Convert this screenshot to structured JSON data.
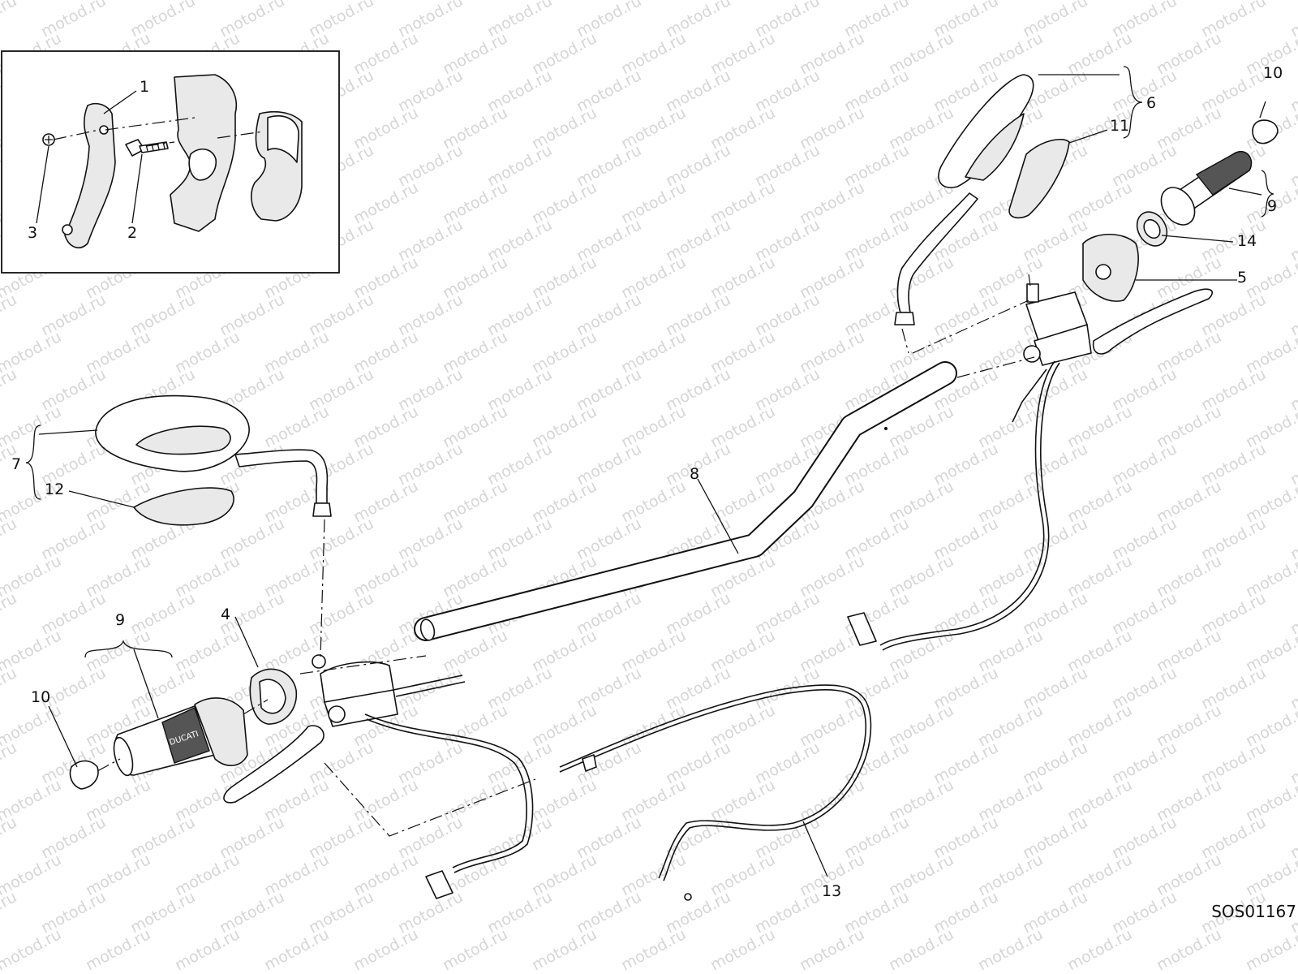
{
  "watermark": "motod.ru",
  "drawing_code": "SOS01167",
  "callouts": {
    "c1": "1",
    "c2": "2",
    "c3": "3",
    "c4": "4",
    "c5": "5",
    "c6": "6",
    "c7": "7",
    "c8": "8",
    "c9_left": "9",
    "c9_right": "9",
    "c10_left": "10",
    "c10_right": "10",
    "c11": "11",
    "c12": "12",
    "c13": "13",
    "c14": "14"
  },
  "brand_mark": "DUCATI"
}
